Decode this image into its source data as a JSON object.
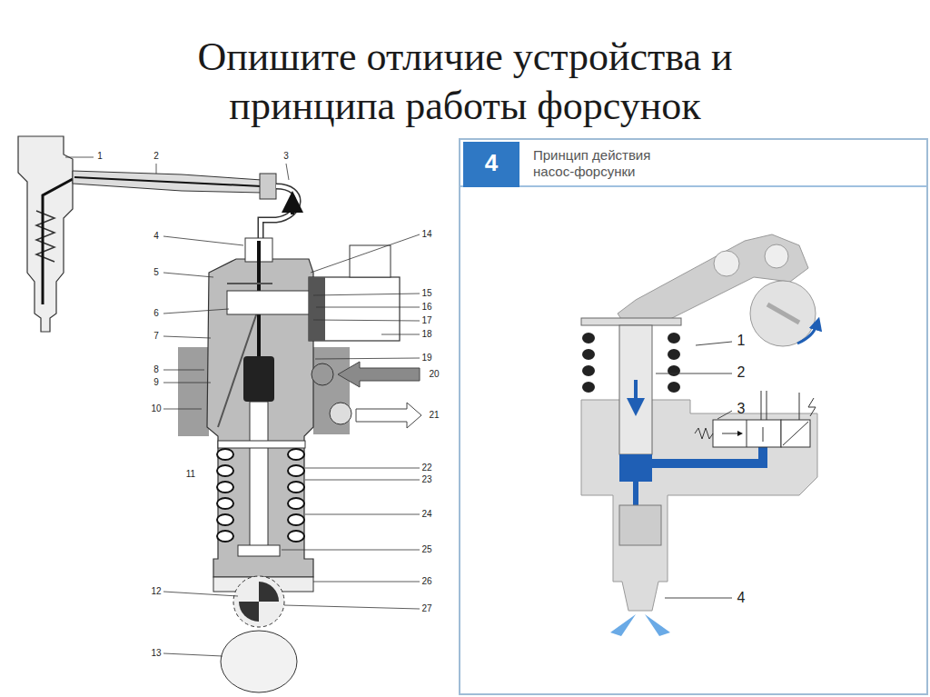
{
  "diagram": {
    "title": "Опишите отличие устройства и принципа работы форсунок",
    "nodes": [
      {
        "text": [
          "Принцип действия насос-форсунки"
        ]
      },
      {
        "text": [
          "4"
        ],
        "in": 0
      }
    ],
    "labels": [
      "1",
      "2",
      "3",
      "4",
      "14",
      "5",
      "6",
      "15",
      "16",
      "17",
      "18",
      "7",
      "19",
      "20",
      "8",
      "9",
      "10",
      "21",
      "11",
      "22",
      "23",
      "24",
      "25",
      "12",
      "26",
      "27",
      "13",
      "1",
      "2",
      "3",
      "4"
    ]
  }
}
